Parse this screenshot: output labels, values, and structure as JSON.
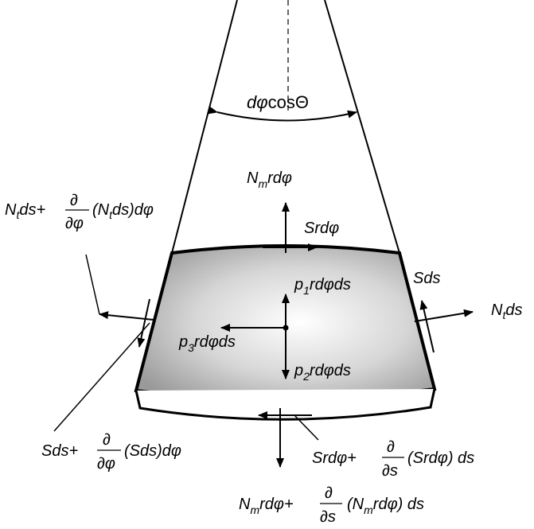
{
  "labels": {
    "angle": {
      "main": "dφ",
      "cos": "cos",
      "theta": "Θ"
    },
    "nm_top": {
      "n": "N",
      "sub": "m",
      "rest": "rdφ"
    },
    "s_top": "Srdφ",
    "nt_left": {
      "n": "N",
      "sub": "t",
      "mid": "ds+",
      "num": "∂",
      "den": "∂φ",
      "paren_n": "(N",
      "paren_sub": "t",
      "paren_rest": "ds)dφ"
    },
    "sds_right": "Sds",
    "nt_right": {
      "n": "N",
      "sub": "t",
      "rest": "ds"
    },
    "p1": {
      "p": "p",
      "sub": "1",
      "rest": "rdφds"
    },
    "p3": {
      "p": "p",
      "sub": "3",
      "rest": "rdφds"
    },
    "p2": {
      "p": "p",
      "sub": "2",
      "rest": "rdφds"
    },
    "sds_left": {
      "pre": "Sds+",
      "num": "∂",
      "den": "∂φ",
      "post": "(Sds)dφ"
    },
    "s_bottom": {
      "pre": "Srdφ+",
      "num": "∂",
      "den": "∂s",
      "post": "(Srdφ) ds"
    },
    "nm_bottom": {
      "n": "N",
      "sub": "m",
      "mid": "rdφ+",
      "num": "∂",
      "den": "∂s",
      "paren_n": "(N",
      "paren_sub": "m",
      "paren_rest": "rdφ) ds"
    }
  },
  "colors": {
    "line": "#000000",
    "fill_center": "#ffffff",
    "fill_edge": "#9a9a9a"
  }
}
